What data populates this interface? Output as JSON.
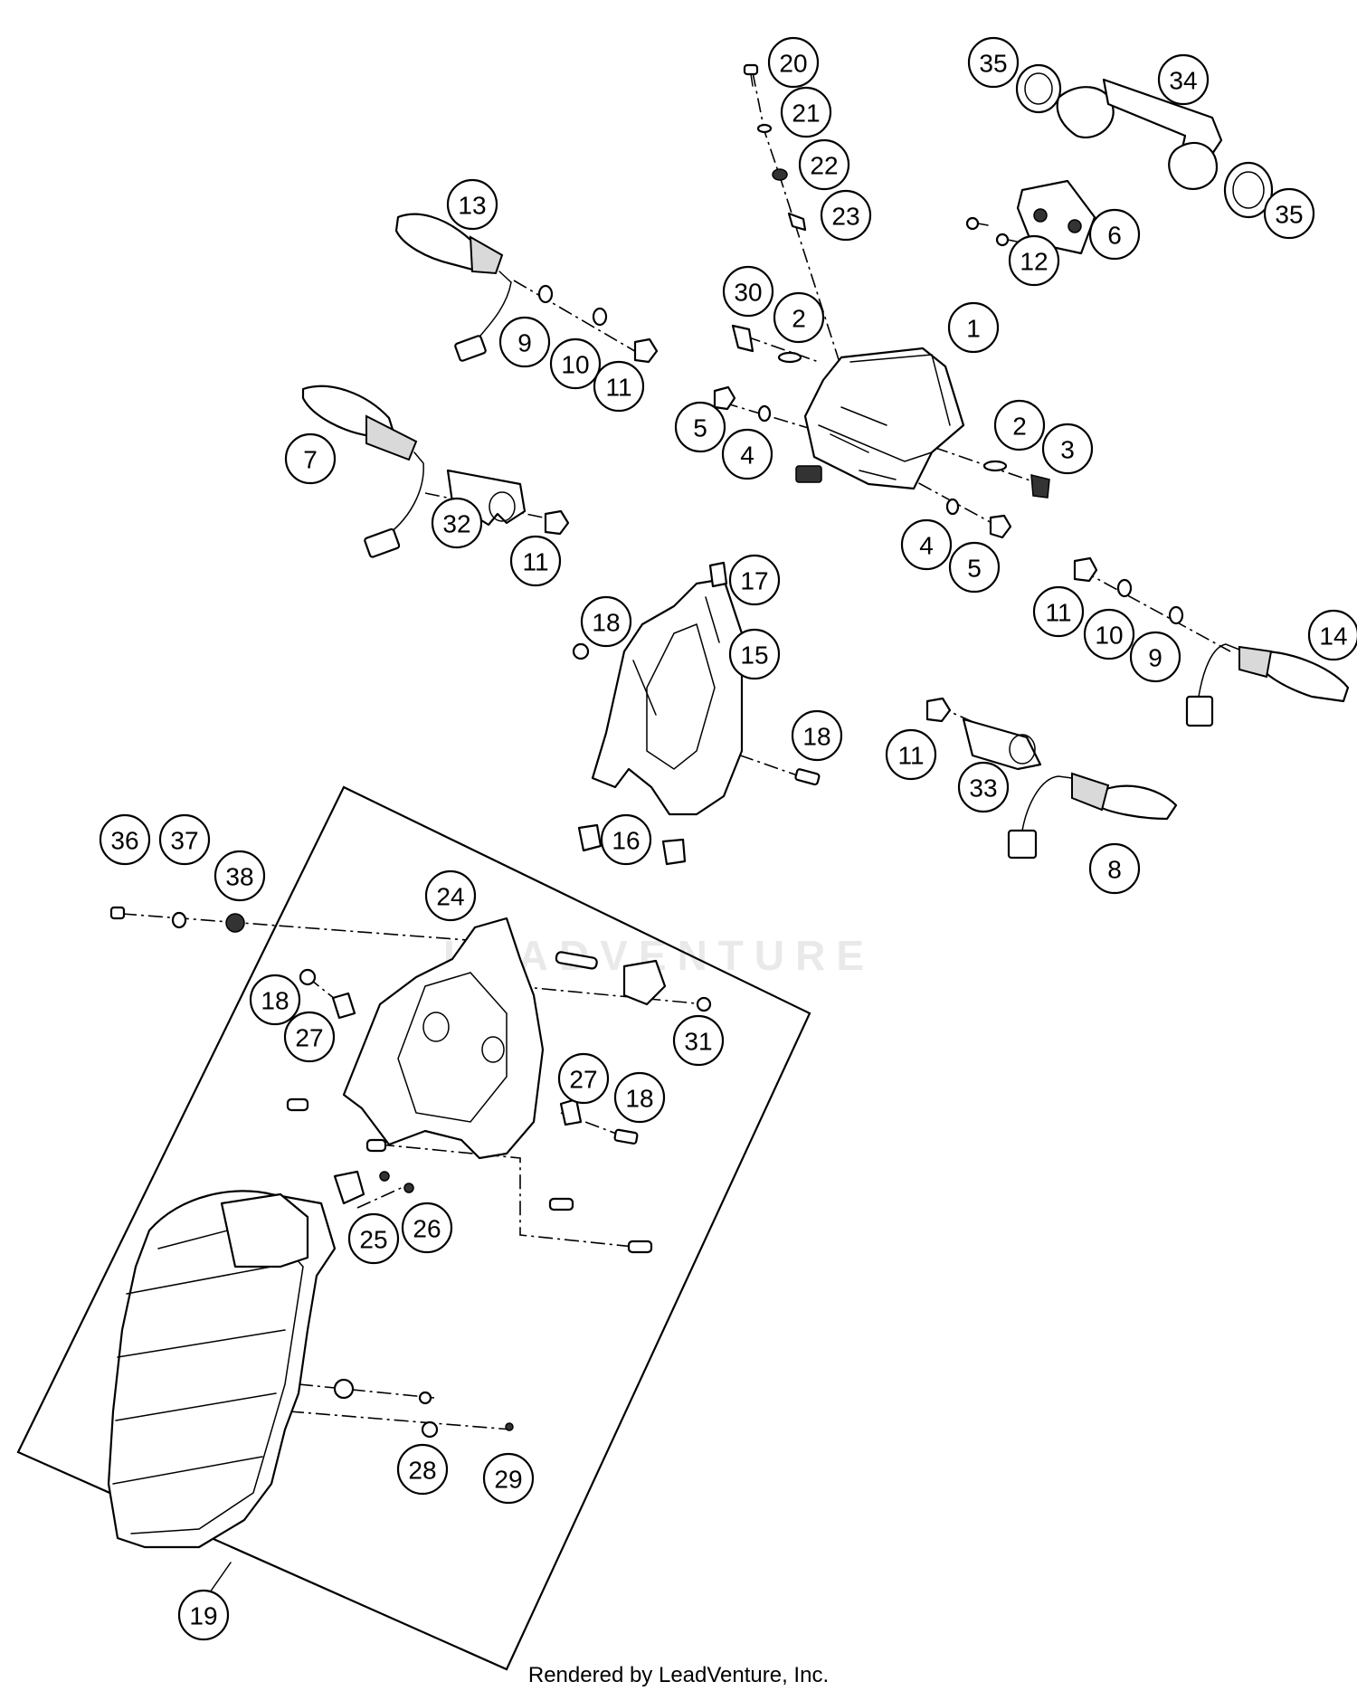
{
  "watermark": "LEADVENTURE",
  "footer": "Rendered by LeadVenture, Inc.",
  "callouts": [
    {
      "n": "20"
    },
    {
      "n": "21"
    },
    {
      "n": "22"
    },
    {
      "n": "23"
    },
    {
      "n": "35"
    },
    {
      "n": "34"
    },
    {
      "n": "35"
    },
    {
      "n": "6"
    },
    {
      "n": "12"
    },
    {
      "n": "13"
    },
    {
      "n": "30"
    },
    {
      "n": "2"
    },
    {
      "n": "1"
    },
    {
      "n": "9"
    },
    {
      "n": "10"
    },
    {
      "n": "11"
    },
    {
      "n": "5"
    },
    {
      "n": "4"
    },
    {
      "n": "2"
    },
    {
      "n": "3"
    },
    {
      "n": "7"
    },
    {
      "n": "32"
    },
    {
      "n": "11"
    },
    {
      "n": "4"
    },
    {
      "n": "5"
    },
    {
      "n": "17"
    },
    {
      "n": "18"
    },
    {
      "n": "15"
    },
    {
      "n": "11"
    },
    {
      "n": "10"
    },
    {
      "n": "9"
    },
    {
      "n": "14"
    },
    {
      "n": "18"
    },
    {
      "n": "11"
    },
    {
      "n": "33"
    },
    {
      "n": "16"
    },
    {
      "n": "8"
    },
    {
      "n": "36"
    },
    {
      "n": "37"
    },
    {
      "n": "38"
    },
    {
      "n": "24"
    },
    {
      "n": "18"
    },
    {
      "n": "27"
    },
    {
      "n": "31"
    },
    {
      "n": "27"
    },
    {
      "n": "18"
    },
    {
      "n": "25"
    },
    {
      "n": "26"
    },
    {
      "n": "28"
    },
    {
      "n": "29"
    },
    {
      "n": "19"
    }
  ]
}
